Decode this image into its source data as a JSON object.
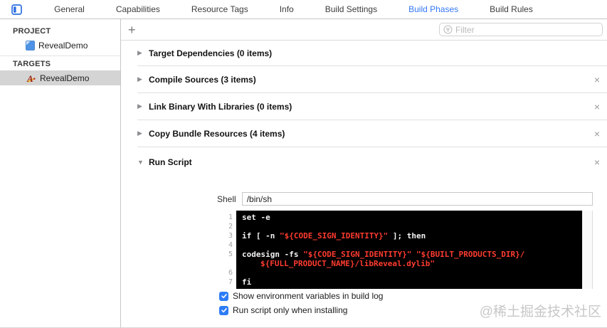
{
  "tabs": [
    {
      "label": "General",
      "active": false
    },
    {
      "label": "Capabilities",
      "active": false
    },
    {
      "label": "Resource Tags",
      "active": false
    },
    {
      "label": "Info",
      "active": false
    },
    {
      "label": "Build Settings",
      "active": false
    },
    {
      "label": "Build Phases",
      "active": true
    },
    {
      "label": "Build Rules",
      "active": false
    }
  ],
  "sidebar": {
    "project_header": "PROJECT",
    "project_item": "RevealDemo",
    "targets_header": "TARGETS",
    "target_item": "RevealDemo"
  },
  "toolbar": {
    "filter_placeholder": "Filter"
  },
  "icons": {
    "add": "+",
    "close": "×",
    "disclosure_collapsed": "▶",
    "disclosure_expanded": "▼"
  },
  "phases": [
    {
      "title": "Target Dependencies (0 items)",
      "expanded": false,
      "closable": false
    },
    {
      "title": "Compile Sources (3 items)",
      "expanded": false,
      "closable": true
    },
    {
      "title": "Link Binary With Libraries (0 items)",
      "expanded": false,
      "closable": true
    },
    {
      "title": "Copy Bundle Resources (4 items)",
      "expanded": false,
      "closable": true
    },
    {
      "title": "Run Script",
      "expanded": true,
      "closable": true
    }
  ],
  "run_script": {
    "shell_label": "Shell",
    "shell_value": "/bin/sh",
    "code_lines": [
      {
        "num": 1,
        "segments": [
          {
            "t": "set -e",
            "c": "plain"
          }
        ]
      },
      {
        "num": 2,
        "segments": []
      },
      {
        "num": 3,
        "segments": [
          {
            "t": "if [ -n ",
            "c": "plain"
          },
          {
            "t": "\"${CODE_SIGN_IDENTITY}\"",
            "c": "string"
          },
          {
            "t": " ]; then",
            "c": "plain"
          }
        ]
      },
      {
        "num": 4,
        "segments": []
      },
      {
        "num": 5,
        "segments": [
          {
            "t": "codesign -fs ",
            "c": "plain"
          },
          {
            "t": "\"${CODE_SIGN_IDENTITY}\"",
            "c": "string"
          },
          {
            "t": " ",
            "c": "plain"
          },
          {
            "t": "\"${BUILT_PRODUCTS_DIR}/${FULL_PRODUCT_NAME}/libReveal.dylib\"",
            "c": "string"
          }
        ]
      },
      {
        "num": 6,
        "segments": []
      },
      {
        "num": 7,
        "segments": [
          {
            "t": "fi",
            "c": "plain"
          }
        ]
      }
    ],
    "checkboxes": [
      {
        "label": "Show environment variables in build log",
        "checked": true
      },
      {
        "label": "Run script only when installing",
        "checked": true
      }
    ]
  },
  "watermark": "@稀土掘金技术社区",
  "colors": {
    "accent_blue": "#3478f6",
    "string_red": "#ff3b30",
    "checkbox_blue": "#2d7cf7",
    "selected_row_gray": "#d4d4d4",
    "code_background": "#000000"
  }
}
